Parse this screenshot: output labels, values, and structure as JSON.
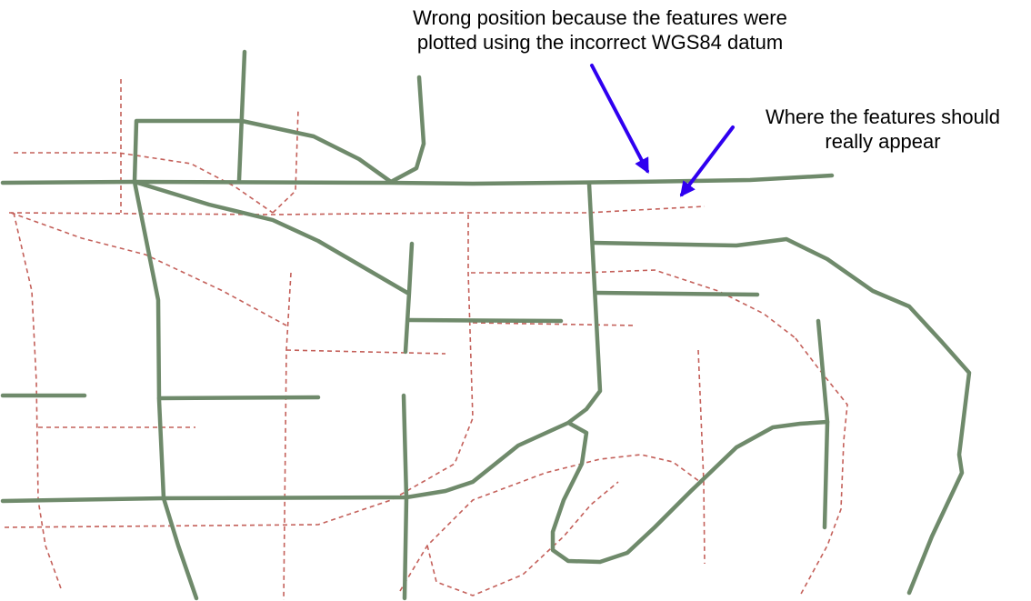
{
  "annotations": {
    "wrong_position": {
      "line1": "Wrong position because the features were",
      "line2": "plotted using the incorrect WGS84 datum"
    },
    "correct_position": {
      "line1": "Where the features should",
      "line2": "really appear"
    }
  },
  "legend_semantics": {
    "wrong_style": "solid green line",
    "correct_style": "dashed red line"
  },
  "colors": {
    "wrong_roads": "#6f8a6b",
    "correct_roads": "#c4605a",
    "arrows": "#2f00f0",
    "annotation_text": "#000000",
    "background": "#ffffff"
  }
}
